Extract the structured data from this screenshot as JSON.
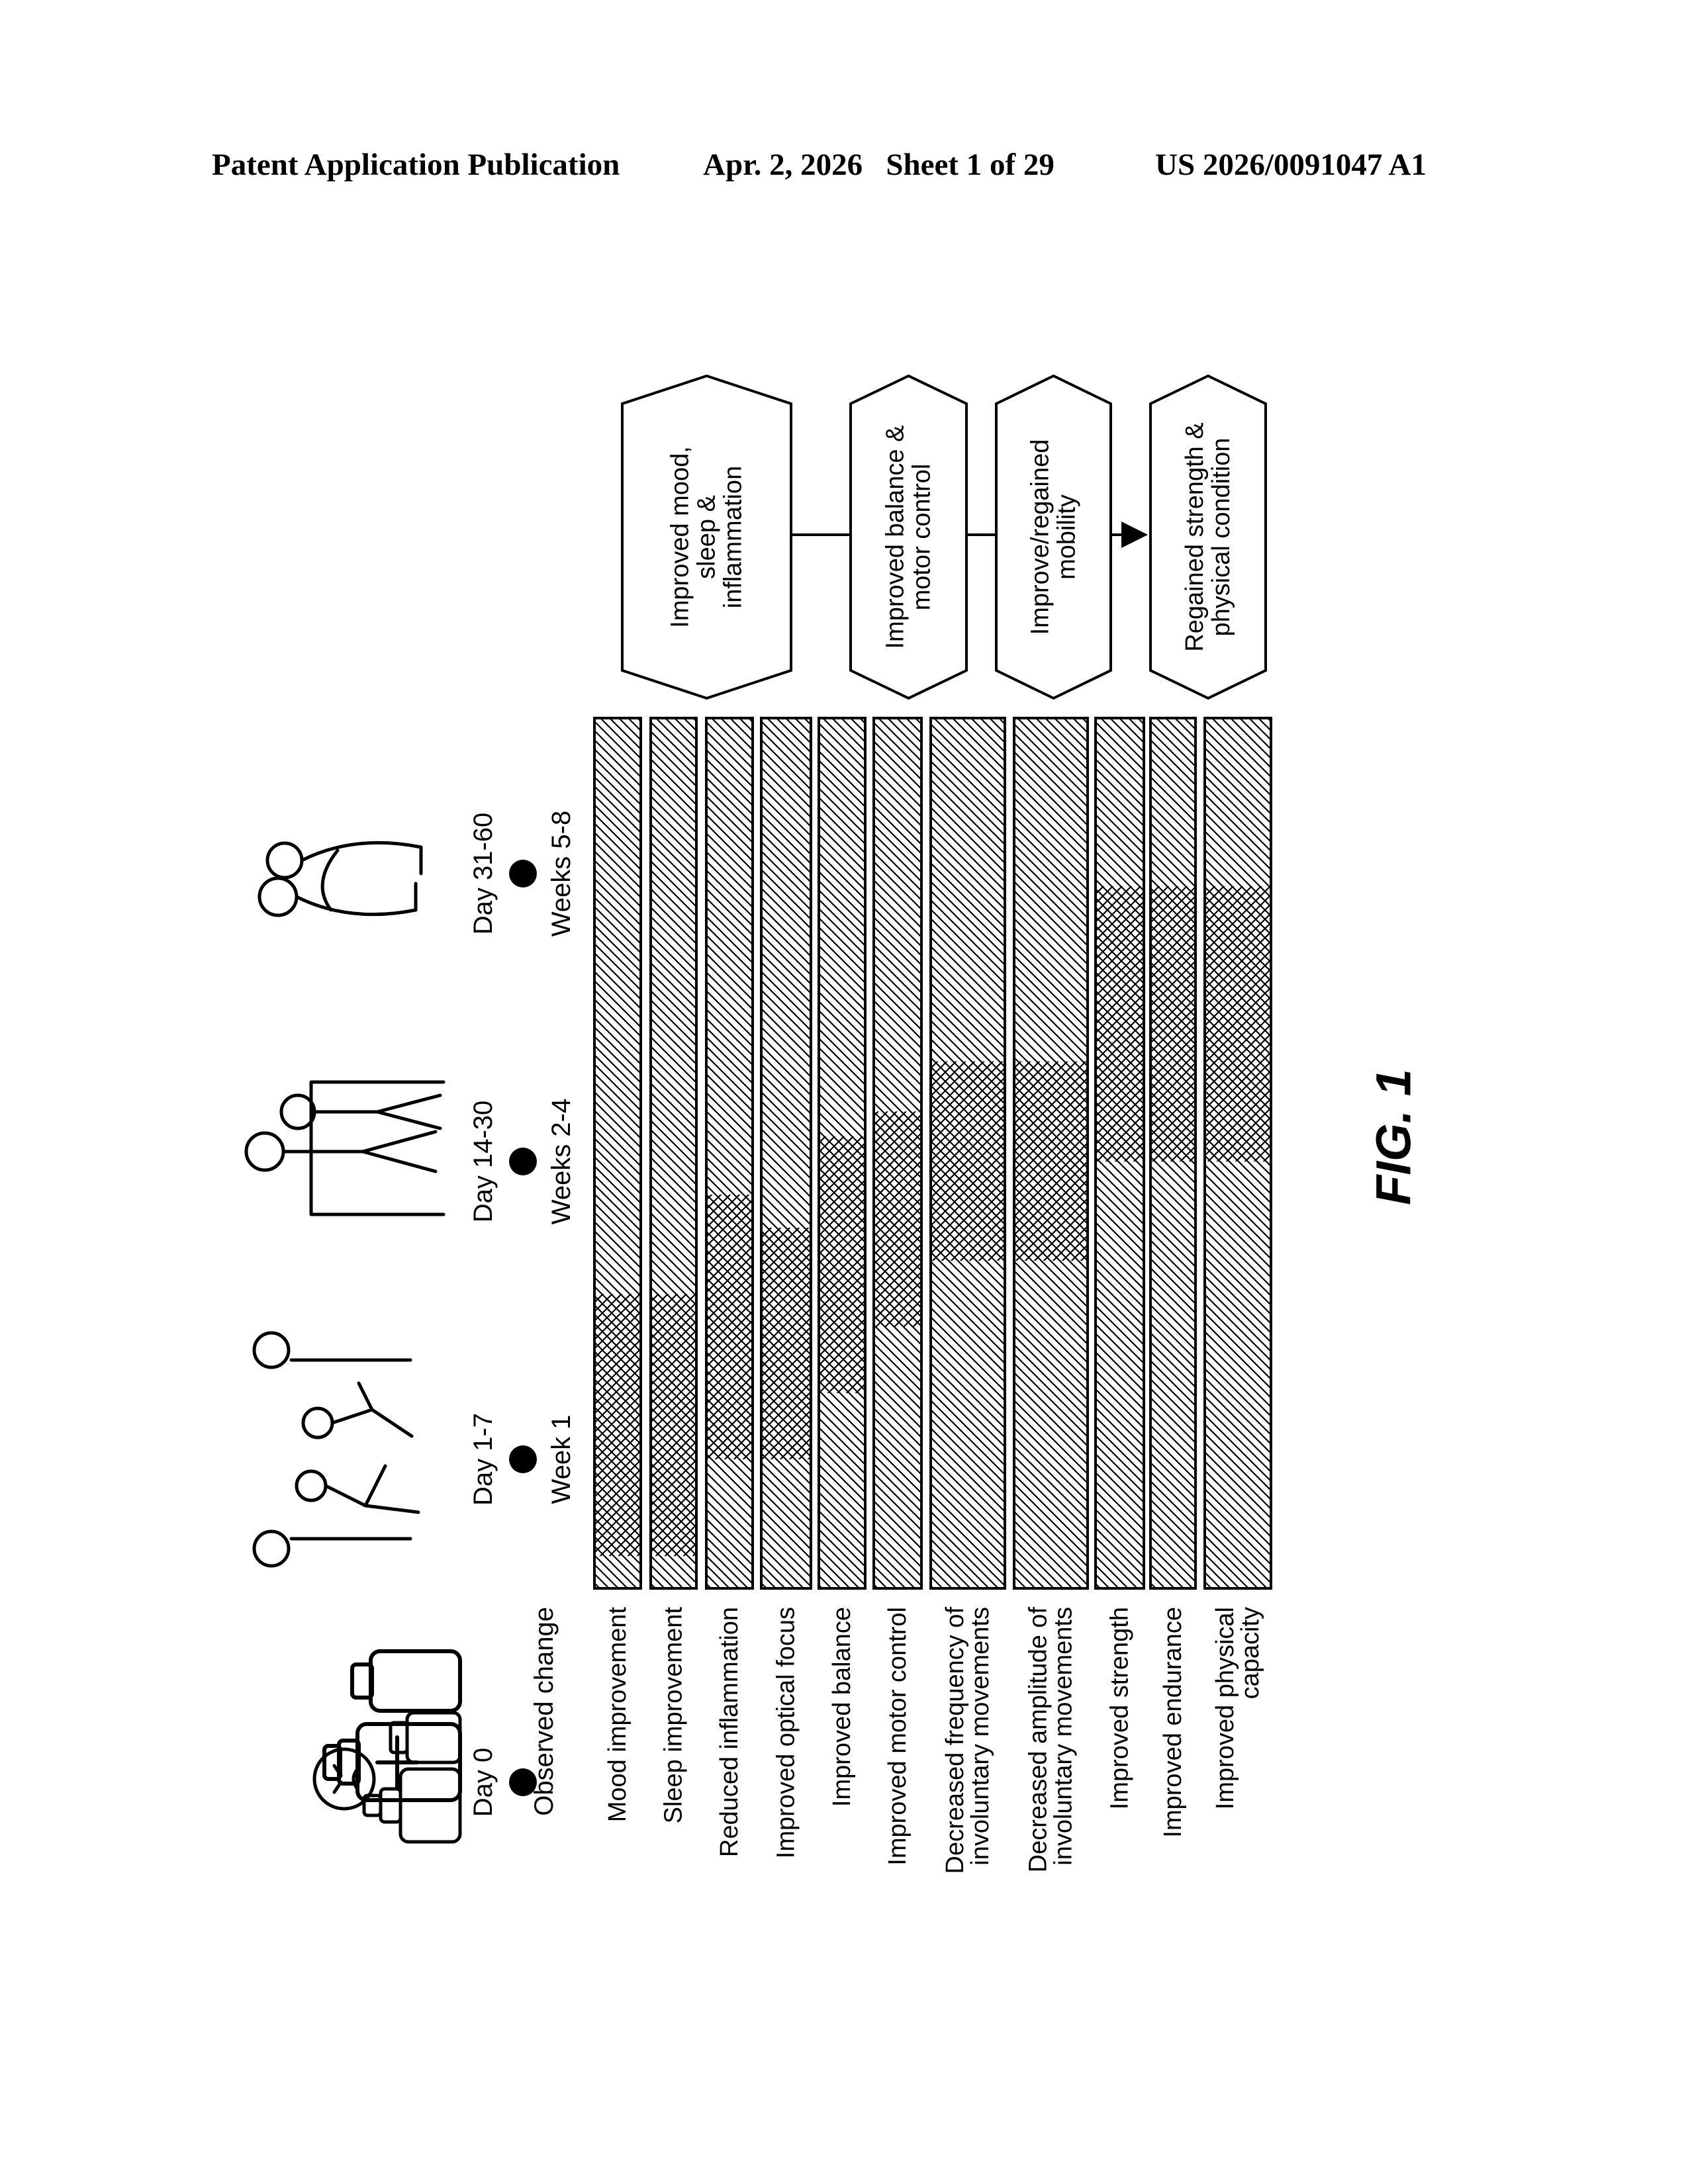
{
  "header": {
    "publication": "Patent Application Publication",
    "date_sheet": "Apr. 2, 2026   Sheet 1 of 29",
    "number": "US 2026/0091047 A1"
  },
  "figure": {
    "label": "FIG. 1",
    "axis_heading": "Observed change",
    "timepoints": [
      {
        "day": "Day 0",
        "week": ""
      },
      {
        "day": "Day 1-7",
        "week": "Week 1"
      },
      {
        "day": "Day 14-30",
        "week": "Weeks 2-4"
      },
      {
        "day": "Day 31-60",
        "week": "Weeks 5-8"
      }
    ],
    "rows": [
      {
        "label": [
          "Mood improvement"
        ],
        "cross_start_day": 1,
        "cross_end_day": 14
      },
      {
        "label": [
          "Sleep improvement"
        ],
        "cross_start_day": 1,
        "cross_end_day": 14
      },
      {
        "label": [
          "Reduced inflammation"
        ],
        "cross_start_day": 4,
        "cross_end_day": 20
      },
      {
        "label": [
          "Improved optical focus"
        ],
        "cross_start_day": 4,
        "cross_end_day": 18
      },
      {
        "label": [
          "Improved balance"
        ],
        "cross_start_day": 8,
        "cross_end_day": 24
      },
      {
        "label": [
          "Improved motor control"
        ],
        "cross_start_day": 12,
        "cross_end_day": 26
      },
      {
        "label": [
          "Decreased frequency of",
          "involuntary movements"
        ],
        "cross_start_day": 16,
        "cross_end_day": 30
      },
      {
        "label": [
          "Decreased amplitude of",
          "involuntary movements"
        ],
        "cross_start_day": 16,
        "cross_end_day": 30
      },
      {
        "label": [
          "Improved strength"
        ],
        "cross_start_day": 22,
        "cross_end_day": 44
      },
      {
        "label": [
          "Improved endurance"
        ],
        "cross_start_day": 22,
        "cross_end_day": 44
      },
      {
        "label": [
          "Improved physical",
          "capacity"
        ],
        "cross_start_day": 22,
        "cross_end_day": 44
      }
    ],
    "outcomes": [
      {
        "label": [
          "Improved mood,",
          "sleep &",
          "inflammation"
        ]
      },
      {
        "label": [
          "Improved balance &",
          "motor control"
        ]
      },
      {
        "label": [
          "Improve/regained",
          "mobility"
        ]
      },
      {
        "label": [
          "Regained strength &",
          "physical condition"
        ]
      }
    ],
    "icons": [
      "medicine-bottles-icon",
      "sick-person-icon",
      "caregiver-helping-fallen-person-icon",
      "caregiver-assisting-walker-icon",
      "people-embracing-icon"
    ]
  }
}
